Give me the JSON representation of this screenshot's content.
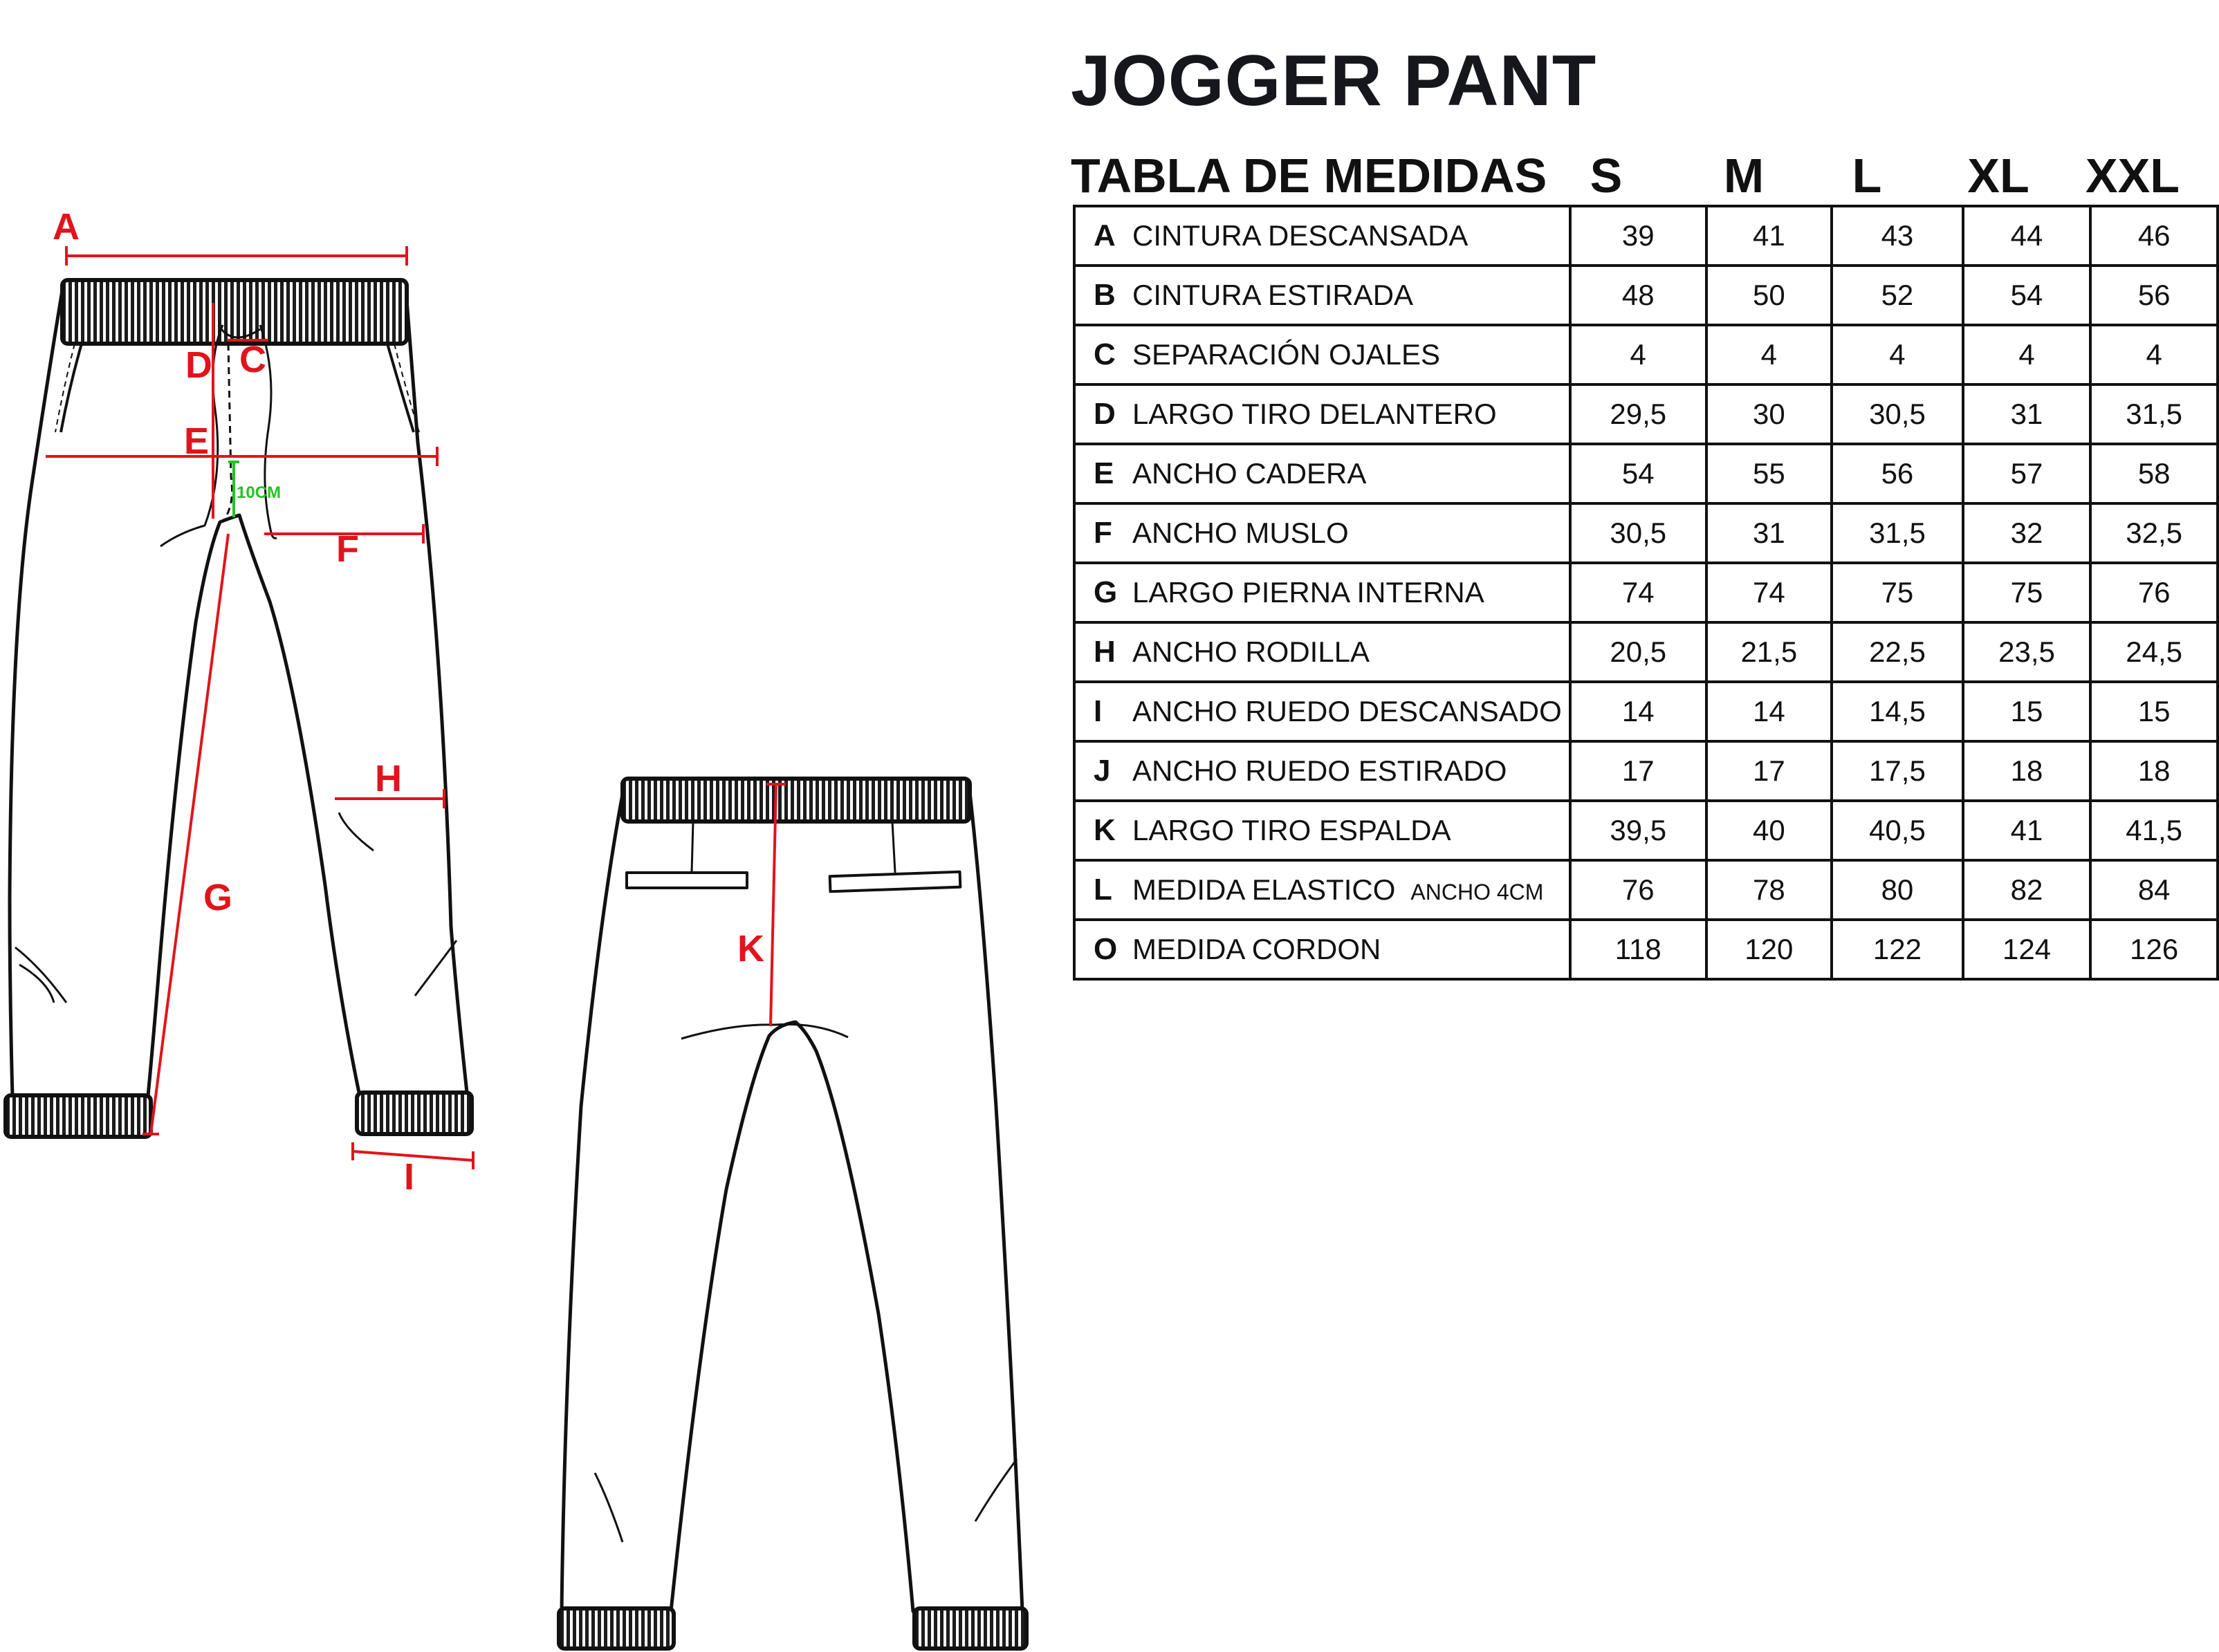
{
  "title": "JOGGER PANT",
  "table": {
    "heading": "TABLA DE MEDIDAS",
    "sizes": [
      "S",
      "M",
      "L",
      "XL",
      "XXL"
    ],
    "rows": [
      {
        "code": "A",
        "label": "CINTURA DESCANSADA",
        "note": "",
        "values": [
          "39",
          "41",
          "43",
          "44",
          "46"
        ]
      },
      {
        "code": "B",
        "label": "CINTURA ESTIRADA",
        "note": "",
        "values": [
          "48",
          "50",
          "52",
          "54",
          "56"
        ]
      },
      {
        "code": "C",
        "label": "SEPARACIÓN OJALES",
        "note": "",
        "values": [
          "4",
          "4",
          "4",
          "4",
          "4"
        ]
      },
      {
        "code": "D",
        "label": "LARGO TIRO DELANTERO",
        "note": "",
        "values": [
          "29,5",
          "30",
          "30,5",
          "31",
          "31,5"
        ]
      },
      {
        "code": "E",
        "label": "ANCHO CADERA",
        "note": "",
        "values": [
          "54",
          "55",
          "56",
          "57",
          "58"
        ]
      },
      {
        "code": "F",
        "label": "ANCHO MUSLO",
        "note": "",
        "values": [
          "30,5",
          "31",
          "31,5",
          "32",
          "32,5"
        ]
      },
      {
        "code": "G",
        "label": "LARGO PIERNA INTERNA",
        "note": "",
        "values": [
          "74",
          "74",
          "75",
          "75",
          "76"
        ]
      },
      {
        "code": "H",
        "label": "ANCHO RODILLA",
        "note": "",
        "values": [
          "20,5",
          "21,5",
          "22,5",
          "23,5",
          "24,5"
        ]
      },
      {
        "code": "I",
        "label": "ANCHO RUEDO DESCANSADO",
        "note": "",
        "values": [
          "14",
          "14",
          "14,5",
          "15",
          "15"
        ]
      },
      {
        "code": "J",
        "label": "ANCHO RUEDO ESTIRADO",
        "note": "",
        "values": [
          "17",
          "17",
          "17,5",
          "18",
          "18"
        ]
      },
      {
        "code": "K",
        "label": "LARGO TIRO ESPALDA",
        "note": "",
        "values": [
          "39,5",
          "40",
          "40,5",
          "41",
          "41,5"
        ]
      },
      {
        "code": "L",
        "label": "MEDIDA ELASTICO",
        "note": "ANCHO 4CM",
        "values": [
          "76",
          "78",
          "80",
          "82",
          "84"
        ]
      },
      {
        "code": "O",
        "label": "MEDIDA CORDON",
        "note": "",
        "values": [
          "118",
          "120",
          "122",
          "124",
          "126"
        ]
      }
    ]
  },
  "diagram": {
    "front_labels": {
      "A": "A",
      "C": "C",
      "D": "D",
      "E": "E",
      "F": "F",
      "G": "G",
      "H": "H",
      "I": "I"
    },
    "back_labels": {
      "K": "K"
    },
    "ten_cm": "10CM",
    "colors": {
      "measure": "#e1141c",
      "ten_cm": "#22c322",
      "outline": "#111111"
    }
  }
}
